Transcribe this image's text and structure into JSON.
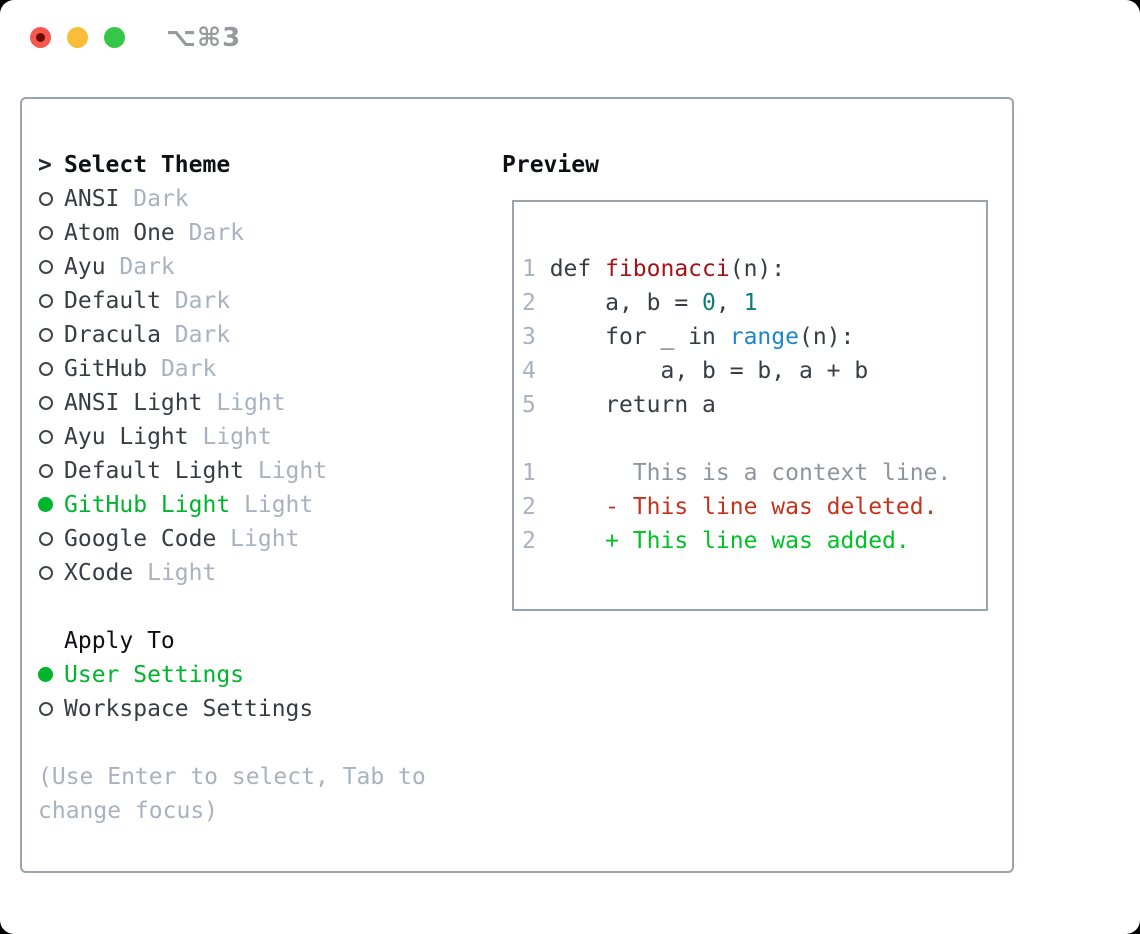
{
  "window": {
    "title": "⌥⌘3"
  },
  "traffic_lights": [
    {
      "name": "close"
    },
    {
      "name": "minimize"
    },
    {
      "name": "zoom"
    }
  ],
  "theme_picker": {
    "cursor": ">",
    "heading": "Select Theme",
    "items": [
      {
        "name": "ANSI",
        "variant": "Dark",
        "selected": false
      },
      {
        "name": "Atom One",
        "variant": "Dark",
        "selected": false
      },
      {
        "name": "Ayu",
        "variant": "Dark",
        "selected": false
      },
      {
        "name": "Default",
        "variant": "Dark",
        "selected": false
      },
      {
        "name": "Dracula",
        "variant": "Dark",
        "selected": false
      },
      {
        "name": "GitHub",
        "variant": "Dark",
        "selected": false
      },
      {
        "name": "ANSI Light",
        "variant": "Light",
        "selected": false
      },
      {
        "name": "Ayu Light",
        "variant": "Light",
        "selected": false
      },
      {
        "name": "Default Light",
        "variant": "Light",
        "selected": false
      },
      {
        "name": "GitHub Light",
        "variant": "Light",
        "selected": true
      },
      {
        "name": "Google Code",
        "variant": "Light",
        "selected": false
      },
      {
        "name": "XCode",
        "variant": "Light",
        "selected": false
      }
    ],
    "apply_to": {
      "heading": "Apply To",
      "options": [
        {
          "label": "User Settings",
          "selected": true
        },
        {
          "label": "Workspace Settings",
          "selected": false
        }
      ]
    },
    "hint_lines": [
      "(Use Enter to select, Tab to",
      "change focus)"
    ]
  },
  "preview": {
    "heading": "Preview",
    "code_lines": [
      {
        "segments": [
          {
            "t": "1 ",
            "c": "lnum"
          },
          {
            "t": "def ",
            "c": "code"
          },
          {
            "t": "fibonacci",
            "c": "func"
          },
          {
            "t": "(n):",
            "c": "code"
          }
        ]
      },
      {
        "segments": [
          {
            "t": "2 ",
            "c": "lnum"
          },
          {
            "t": "    a, b = ",
            "c": "code"
          },
          {
            "t": "0",
            "c": "lit"
          },
          {
            "t": ", ",
            "c": "code"
          },
          {
            "t": "1",
            "c": "lit"
          }
        ]
      },
      {
        "segments": [
          {
            "t": "3 ",
            "c": "lnum"
          },
          {
            "t": "    for _ in ",
            "c": "code"
          },
          {
            "t": "range",
            "c": "builtin"
          },
          {
            "t": "(n):",
            "c": "code"
          }
        ]
      },
      {
        "segments": [
          {
            "t": "4 ",
            "c": "lnum"
          },
          {
            "t": "        a, b = b, a + b",
            "c": "code"
          }
        ]
      },
      {
        "segments": [
          {
            "t": "5 ",
            "c": "lnum"
          },
          {
            "t": "    return a",
            "c": "code"
          }
        ]
      },
      {
        "segments": []
      },
      {
        "segments": [
          {
            "t": "1",
            "c": "lnum"
          },
          {
            "t": "       This is a context line.",
            "c": "ctx"
          }
        ]
      },
      {
        "segments": [
          {
            "t": "2",
            "c": "lnum"
          },
          {
            "t": "     ",
            "c": "code"
          },
          {
            "t": "- This line was deleted.",
            "c": "del"
          }
        ]
      },
      {
        "segments": [
          {
            "t": "2",
            "c": "lnum"
          },
          {
            "t": "     ",
            "c": "code"
          },
          {
            "t": "+ This line was added.",
            "c": "add"
          }
        ]
      }
    ]
  },
  "colors": {
    "accent_green": "#00b42e",
    "diff_add_green": "#00c226",
    "diff_del_red": "#c5331d",
    "func_red": "#a31418",
    "literal_teal": "#0e7d7b",
    "builtin_blue": "#1d87c5",
    "text_dark": "#383d44",
    "text_black": "#0e1013",
    "muted_gray": "#a9b2be",
    "context_gray": "#8d959d",
    "line_number_gray": "#a9b2be",
    "border_gray": "#9ba4ae",
    "title_gray": "#98999c",
    "traffic_red": "#f6574f",
    "traffic_yellow": "#f9bd39",
    "traffic_green": "#34c748"
  }
}
